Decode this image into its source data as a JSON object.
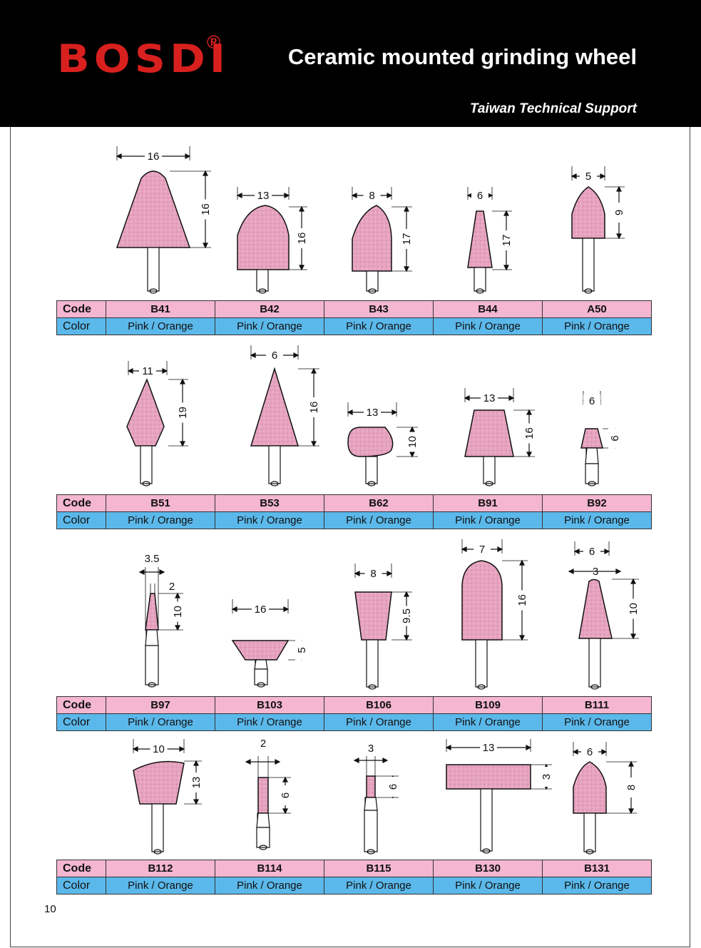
{
  "brand": {
    "logo": "BOSDI",
    "reg": "®"
  },
  "header": {
    "title": "Ceramic mounted grinding wheel",
    "subtitle": "Taiwan Technical Support"
  },
  "labels": {
    "code": "Code",
    "color": "Color"
  },
  "colors": {
    "header_bg": "#000000",
    "logo_red": "#d8201f",
    "code_row": "#f4b6d0",
    "color_row": "#5bb8ea",
    "wheel_pink": "#e6a3bf"
  },
  "rows": [
    {
      "items": [
        {
          "code": "B41",
          "color": "Pink / Orange",
          "dims": [
            "16",
            "16"
          ]
        },
        {
          "code": "B42",
          "color": "Pink / Orange",
          "dims": [
            "13",
            "16"
          ]
        },
        {
          "code": "B43",
          "color": "Pink / Orange",
          "dims": [
            "8",
            "17"
          ]
        },
        {
          "code": "B44",
          "color": "Pink / Orange",
          "dims": [
            "6",
            "17"
          ]
        },
        {
          "code": "A50",
          "color": "Pink / Orange",
          "dims": [
            "5",
            "9"
          ]
        }
      ]
    },
    {
      "items": [
        {
          "code": "B51",
          "color": "Pink / Orange",
          "dims": [
            "11",
            "19"
          ]
        },
        {
          "code": "B53",
          "color": "Pink / Orange",
          "dims": [
            "6",
            "16"
          ]
        },
        {
          "code": "B62",
          "color": "Pink / Orange",
          "dims": [
            "13",
            "10"
          ]
        },
        {
          "code": "B91",
          "color": "Pink / Orange",
          "dims": [
            "13",
            "16"
          ]
        },
        {
          "code": "B92",
          "color": "Pink / Orange",
          "dims": [
            "6",
            "6"
          ]
        }
      ]
    },
    {
      "items": [
        {
          "code": "B97",
          "color": "Pink / Orange",
          "dims": [
            "3.5",
            "2",
            "10"
          ]
        },
        {
          "code": "B103",
          "color": "Pink / Orange",
          "dims": [
            "16",
            "5"
          ]
        },
        {
          "code": "B106",
          "color": "Pink / Orange",
          "dims": [
            "8",
            "9.5"
          ]
        },
        {
          "code": "B109",
          "color": "Pink / Orange",
          "dims": [
            "7",
            "16"
          ]
        },
        {
          "code": "B111",
          "color": "Pink / Orange",
          "dims": [
            "6",
            "3",
            "10"
          ]
        }
      ]
    },
    {
      "items": [
        {
          "code": "B112",
          "color": "Pink / Orange",
          "dims": [
            "10",
            "13"
          ]
        },
        {
          "code": "B114",
          "color": "Pink / Orange",
          "dims": [
            "2",
            "6"
          ]
        },
        {
          "code": "B115",
          "color": "Pink / Orange",
          "dims": [
            "3",
            "6"
          ]
        },
        {
          "code": "B130",
          "color": "Pink / Orange",
          "dims": [
            "13",
            "3"
          ]
        },
        {
          "code": "B131",
          "color": "Pink / Orange",
          "dims": [
            "6",
            "8"
          ]
        }
      ]
    }
  ],
  "page_number": "10"
}
